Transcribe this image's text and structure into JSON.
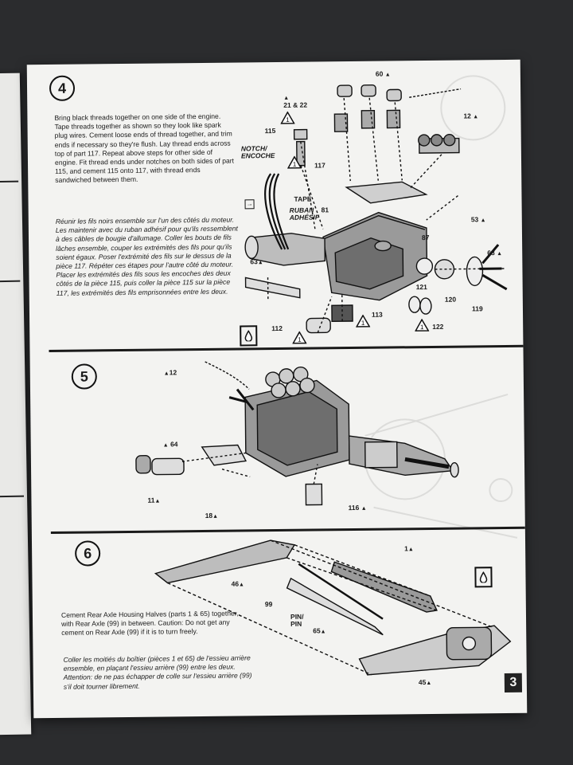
{
  "page": {
    "number": "3"
  },
  "step4": {
    "number": "4",
    "instructions_en": "Bring black threads together on one side of the engine. Tape threads together as shown so they look like spark plug wires. Cement loose ends of thread together, and trim ends if necessary so they're flush. Lay thread ends across top of part 117. Repeat above steps for other side of engine. Fit thread ends under notches on both sides of part 115, and cement 115 onto 117, with thread ends sandwiched between them.",
    "instructions_fr": "Réunir les fils noirs ensemble sur l'un des côtés du moteur. Les maintenir avec du ruban adhésif pour qu'ils ressemblent à des câbles de bougie d'allumage. Coller les bouts de fils lâches ensemble, couper les extrémités des fils pour qu'ils soient égaux. Poser l'extrémité des fils sur le dessus de la pièce 117. Répéter ces étapes pour l'autre côté du moteur. Placer les extrémités des fils sous les encoches des deux côtés de la pièce 115, puis coller la pièce 115 sur la pièce 117, les extrémités des fils emprisonnées entre les deux.",
    "labels": {
      "p60": "60",
      "p21_22": "21 & 22",
      "p12": "12",
      "p115": "115",
      "notch": "NOTCH/",
      "encoche": "ENCOCHE",
      "p117": "117",
      "tape": "TAPE",
      "ruban": "RUBAN",
      "adhesif": "ADHÉSIF",
      "p81": "81",
      "p53": "53",
      "p87": "87",
      "p68": "68",
      "p63": "63",
      "p121": "121",
      "p120": "120",
      "p119": "119",
      "p122": "122",
      "p113": "113",
      "p112": "112"
    }
  },
  "step5": {
    "number": "5",
    "labels": {
      "p12": "12",
      "p64": "64",
      "p11": "11",
      "p18": "18",
      "p116": "116"
    }
  },
  "step6": {
    "number": "6",
    "instructions_en": "Cement Rear Axle Housing Halves (parts 1 & 65) together, with Rear Axle (99) in between. Caution: Do not get any cement on Rear Axle (99) if it is to turn freely.",
    "instructions_fr": "Coller les moitiés du boîtier (pièces 1 et 65) de l'essieu arrière ensemble, en plaçant l'essieu arrière (99) entre les deux. Attention: de ne pas échapper de colle sur l'essieu arrière (99) s'il doit tourner librement.",
    "labels": {
      "p1": "1",
      "p46": "46",
      "p99": "99",
      "pin": "PIN/",
      "pin_fr": "PIN",
      "p65": "65",
      "p45": "45"
    }
  },
  "icons": {
    "warning": "caution-triangle-icon",
    "glue": "cement-drop-icon",
    "arrow": "arrow-box-icon"
  },
  "colors": {
    "paper": "#f3f3f1",
    "ink": "#1a1a1a",
    "background": "#2b2c2e"
  }
}
